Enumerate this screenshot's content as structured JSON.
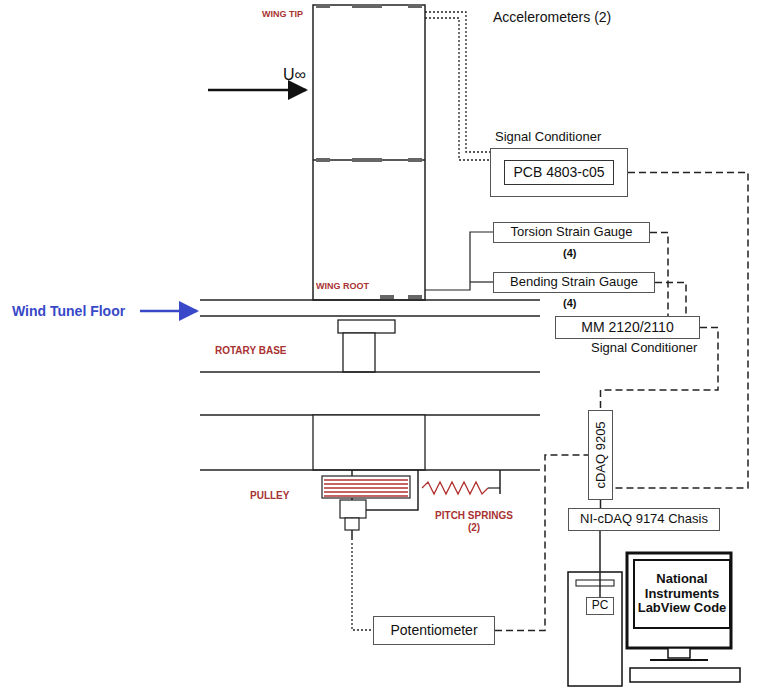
{
  "diagram": {
    "nodes": [
      {
        "text": [
          "Signal Conditioner",
          "PCB 4803-c05"
        ]
      },
      {
        "text": [
          "Torsion Strain Gauge"
        ]
      },
      {
        "text": [
          "Bending Strain Gauge"
        ]
      },
      {
        "text": [
          "MM 2120/2110",
          "Signal Conditioner"
        ]
      },
      {
        "text": [
          "cDAQ 9205"
        ]
      },
      {
        "text": [
          "NI-cDAQ 9174 Chasis"
        ]
      },
      {
        "text": [
          "National Instruments LabView Code"
        ]
      },
      {
        "text": [
          "PC"
        ]
      },
      {
        "text": [
          "Potentiometer"
        ]
      }
    ],
    "edges": [
      {
        "from": 0,
        "to": 4,
        "arrow": "none"
      },
      {
        "from": 1,
        "to": 3,
        "arrow": "none"
      },
      {
        "from": 2,
        "to": 3,
        "arrow": "none"
      },
      {
        "from": 3,
        "to": 4,
        "arrow": "none"
      },
      {
        "from": 4,
        "to": 5,
        "arrow": "none"
      },
      {
        "from": 8,
        "to": 4,
        "arrow": "none"
      },
      {
        "from": 5,
        "to": 7,
        "arrow": "none"
      }
    ],
    "labels": [
      "WING TIP",
      "Accelerometers (2)",
      "U∞",
      "(4)",
      "WING ROOT",
      "(4)",
      "Wind Tunel Floor",
      "ROTARY BASE",
      "PULLEY",
      "PITCH SPRINGS (2)"
    ]
  }
}
